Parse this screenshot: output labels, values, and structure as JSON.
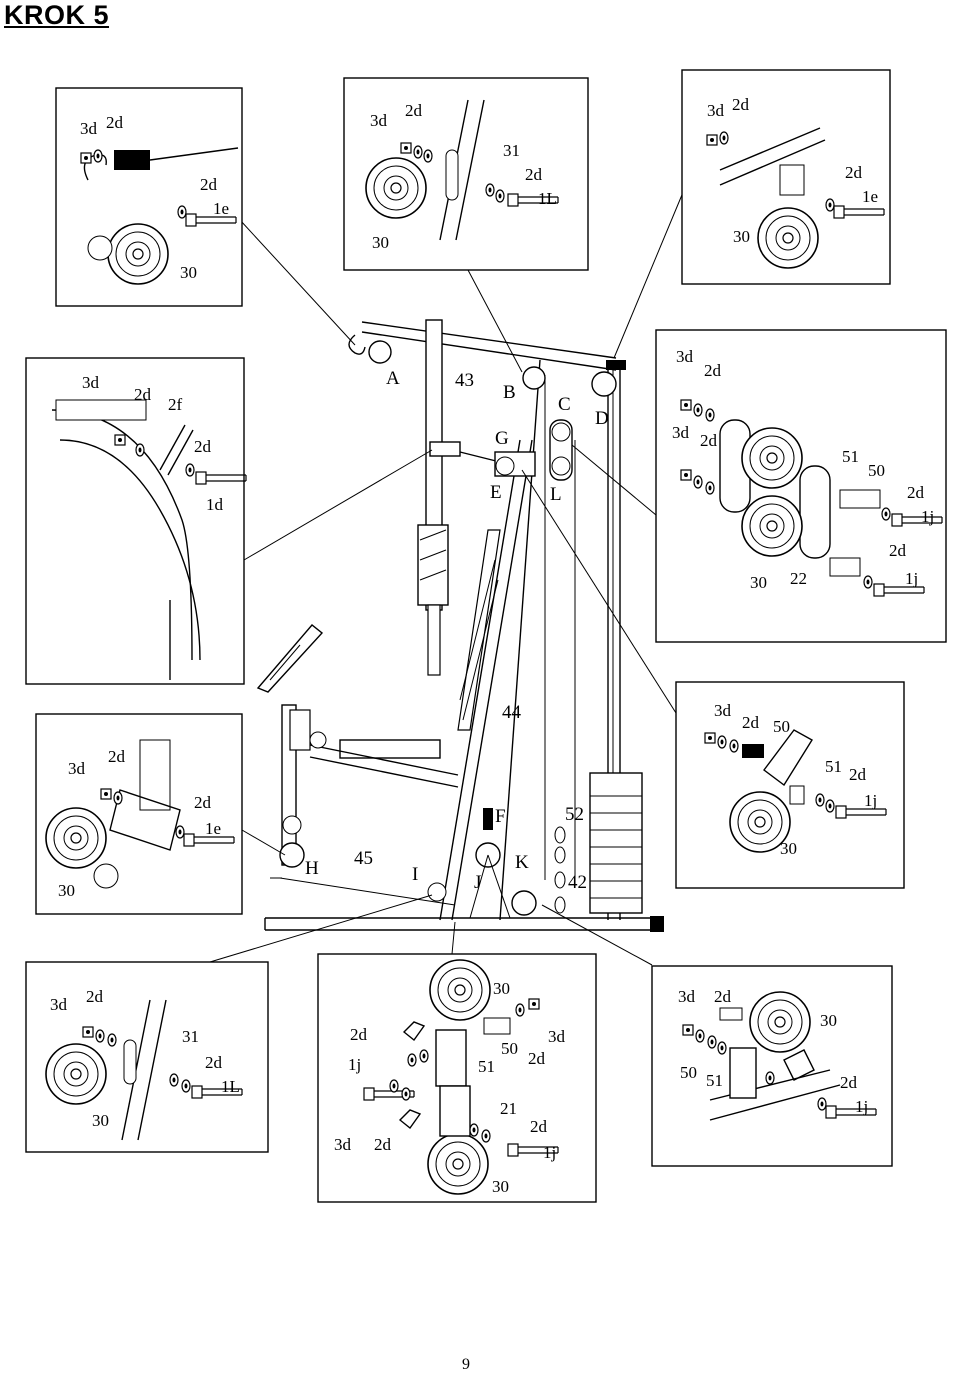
{
  "page": {
    "title": "KROK 5",
    "page_number": "9"
  },
  "main_labels": {
    "A": "A",
    "B": "B",
    "C": "C",
    "D": "D",
    "E": "E",
    "F": "F",
    "G": "G",
    "H": "H",
    "I": "I",
    "J": "J",
    "K": "K",
    "L": "L",
    "p43": "43",
    "p44": "44",
    "p45": "45",
    "p52": "52",
    "p42": "42"
  },
  "details": {
    "d1": [
      "3d",
      "2d",
      "2d",
      "1e",
      "30"
    ],
    "d2": [
      "3d",
      "2d",
      "31",
      "2d",
      "1L",
      "30"
    ],
    "d3": [
      "3d",
      "2d",
      "2d",
      "1e",
      "30"
    ],
    "d4": [
      "3d",
      "2d",
      "2f",
      "2d",
      "1d"
    ],
    "d5": [
      "3d",
      "2d",
      "3d",
      "2d",
      "51",
      "50",
      "2d",
      "1j",
      "30",
      "22",
      "2d",
      "1j"
    ],
    "d6": [
      "3d",
      "2d",
      "50",
      "51",
      "2d",
      "1j",
      "30"
    ],
    "d7": [
      "3d",
      "2d",
      "2d",
      "1e",
      "30"
    ],
    "d8": [
      "3d",
      "2d",
      "31",
      "2d",
      "1L",
      "30"
    ],
    "d9": [
      "30",
      "2d",
      "3d",
      "1j",
      "51",
      "50",
      "2d",
      "21",
      "3d",
      "2d",
      "2d",
      "1j",
      "30"
    ],
    "d10": [
      "3d",
      "2d",
      "30",
      "50",
      "51",
      "2d",
      "1j"
    ]
  }
}
